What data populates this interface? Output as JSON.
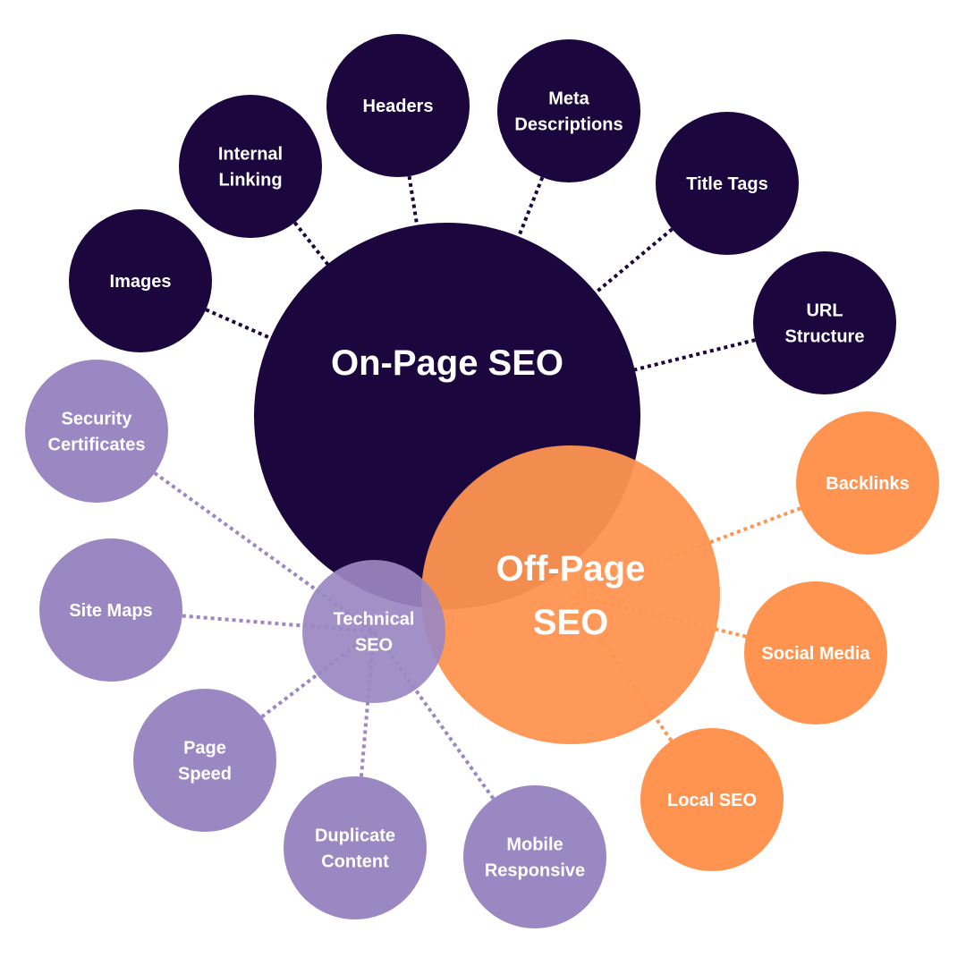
{
  "colors": {
    "on_page": "#1b073d",
    "off_page": "#ff9350",
    "technical": "#9b87c2",
    "text": "#ffffff"
  },
  "hubs": {
    "on_page": {
      "lines": [
        "On-Page SEO"
      ]
    },
    "off_page": {
      "lines": [
        "Off-Page",
        "SEO"
      ]
    },
    "technical": {
      "lines": [
        "Technical",
        "SEO"
      ]
    }
  },
  "nodes": [
    {
      "hub": "on_page",
      "lines": [
        "Images"
      ]
    },
    {
      "hub": "on_page",
      "lines": [
        "Internal",
        "Linking"
      ]
    },
    {
      "hub": "on_page",
      "lines": [
        "Headers"
      ]
    },
    {
      "hub": "on_page",
      "lines": [
        "Meta",
        "Descriptions"
      ]
    },
    {
      "hub": "on_page",
      "lines": [
        "Title Tags"
      ]
    },
    {
      "hub": "on_page",
      "lines": [
        "URL",
        "Structure"
      ]
    },
    {
      "hub": "technical",
      "lines": [
        "Security",
        "Certificates"
      ]
    },
    {
      "hub": "technical",
      "lines": [
        "Site Maps"
      ]
    },
    {
      "hub": "technical",
      "lines": [
        "Page",
        "Speed"
      ]
    },
    {
      "hub": "technical",
      "lines": [
        "Duplicate",
        "Content"
      ]
    },
    {
      "hub": "technical",
      "lines": [
        "Mobile",
        "Responsive"
      ]
    },
    {
      "hub": "off_page",
      "lines": [
        "Backlinks"
      ]
    },
    {
      "hub": "off_page",
      "lines": [
        "Social Media"
      ]
    },
    {
      "hub": "off_page",
      "lines": [
        "Local SEO"
      ]
    }
  ]
}
